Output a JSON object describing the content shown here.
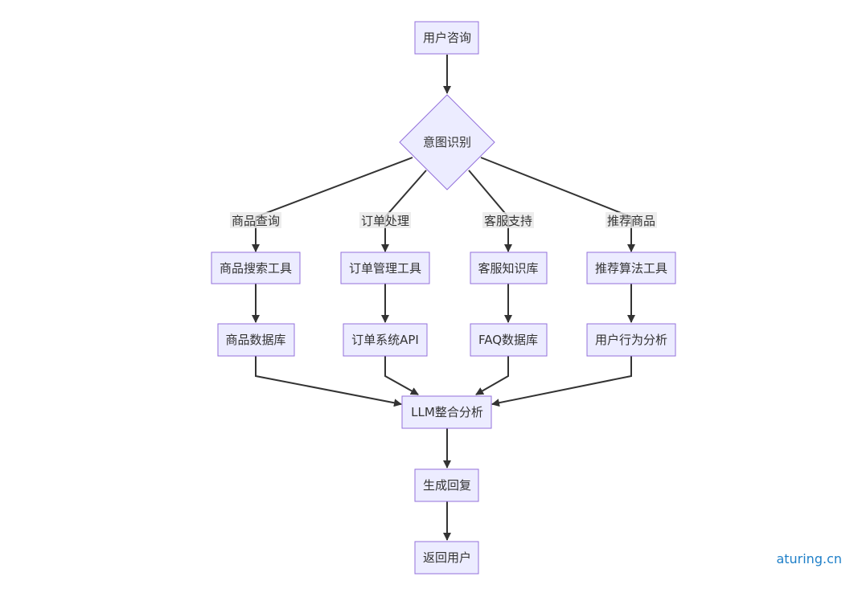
{
  "nodes": {
    "user_query": "用户咨询",
    "intent": "意图识别",
    "product_search_tool": "商品搜索工具",
    "order_tool": "订单管理工具",
    "kb": "客服知识库",
    "reco_tool": "推荐算法工具",
    "product_db": "商品数据库",
    "order_api": "订单系统API",
    "faq_db": "FAQ数据库",
    "behavior": "用户行为分析",
    "llm": "LLM整合分析",
    "gen": "生成回复",
    "ret": "返回用户"
  },
  "edge_labels": {
    "product_query": "商品查询",
    "order_proc": "订单处理",
    "support": "客服支持",
    "recommend": "推荐商品"
  },
  "watermark": "aturing.cn",
  "colors": {
    "node_fill": "#ECECFF",
    "node_stroke": "#9370DB",
    "edge": "#333333",
    "watermark": "#1e7fc8"
  }
}
